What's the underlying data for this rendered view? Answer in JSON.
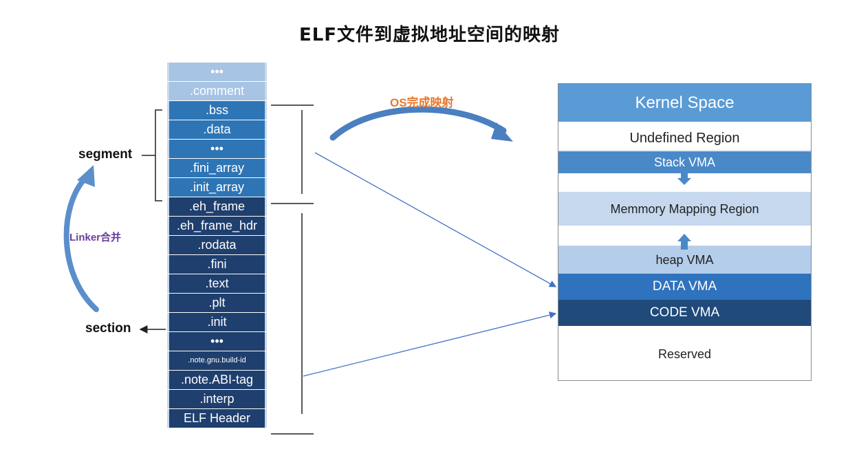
{
  "title": "ELF文件到虚拟地址空间的映射",
  "labels": {
    "segment": "segment",
    "section": "section",
    "linker": "Linker合并",
    "os_mapping": "OS完成映射"
  },
  "left_column": [
    {
      "text": "•••",
      "shade": "light"
    },
    {
      "text": ".comment",
      "shade": "light"
    },
    {
      "text": ".bss",
      "shade": "mid"
    },
    {
      "text": ".data",
      "shade": "mid"
    },
    {
      "text": "•••",
      "shade": "mid"
    },
    {
      "text": ".fini_array",
      "shade": "mid"
    },
    {
      "text": ".init_array",
      "shade": "mid"
    },
    {
      "text": ".eh_frame",
      "shade": "dark"
    },
    {
      "text": ".eh_frame_hdr",
      "shade": "dark"
    },
    {
      "text": ".rodata",
      "shade": "dark"
    },
    {
      "text": ".fini",
      "shade": "dark"
    },
    {
      "text": ".text",
      "shade": "dark"
    },
    {
      "text": ".plt",
      "shade": "dark"
    },
    {
      "text": ".init",
      "shade": "dark"
    },
    {
      "text": "•••",
      "shade": "dark"
    },
    {
      "text": ".note.gnu.build-id",
      "shade": "dark",
      "small": true
    },
    {
      "text": ".note.ABI-tag",
      "shade": "dark"
    },
    {
      "text": ".interp",
      "shade": "dark"
    },
    {
      "text": "ELF Header",
      "shade": "dark"
    }
  ],
  "right_column": {
    "kernel": "Kernel Space",
    "undefined": "Undefined Region",
    "stack": "Stack  VMA",
    "mmap": "Memmory Mapping Region",
    "heap": "heap  VMA",
    "data": "DATA  VMA",
    "code": "CODE  VMA",
    "reserved": "Reserved"
  },
  "colors": {
    "light": "#a7c4e4",
    "mid": "#2e75b6",
    "dark": "#1f3f6e",
    "kernel": "#5b9bd5",
    "stack": "#4a89c8",
    "mmap": "#c5d8ee",
    "heap": "#b4cdea",
    "data": "#2f72bd",
    "code": "#1f4a7a",
    "arrow": "#4472c4"
  }
}
